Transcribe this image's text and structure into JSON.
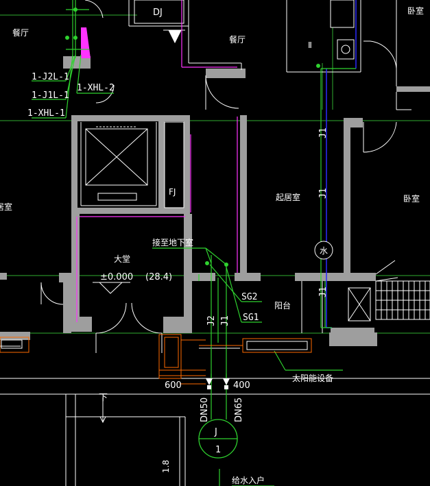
{
  "rooms": {
    "dining_left": "餐厅",
    "dining_center": "餐厅",
    "bedroom_top_right": "卧室",
    "living_room": "起居室",
    "bedroom_right": "卧室",
    "partial_left": "居室",
    "lobby": "大堂",
    "balcony": "阳台"
  },
  "tags": {
    "dj": "DJ",
    "fj": "FJ",
    "roman_two": "Ⅱ"
  },
  "pipe_labels": {
    "j2l": "1-J2L-1",
    "j1l": "1-J1L-1",
    "xhl1": "1-XHL-1",
    "xhl2": "1-XHL-2",
    "j1_upper": "J1",
    "j1_middle": "J1",
    "j1_lower": "J1",
    "j2": "J2",
    "j1_short": "J1",
    "sg2": "SG2",
    "sg1": "SG1",
    "water_symbol": "水"
  },
  "annotations": {
    "to_basement": "接至地下室",
    "elevation": "±0.000",
    "elevation_alt": "(28.4)",
    "solar_equipment": "太阳能设备",
    "dim_600": "600",
    "dim_400": "400",
    "dn50": "DN50",
    "dn65": "DN65",
    "down": "下",
    "dim_18": "1.8",
    "water_supply_entry": "给水入户",
    "index_top": "J",
    "index_bottom": "1"
  }
}
